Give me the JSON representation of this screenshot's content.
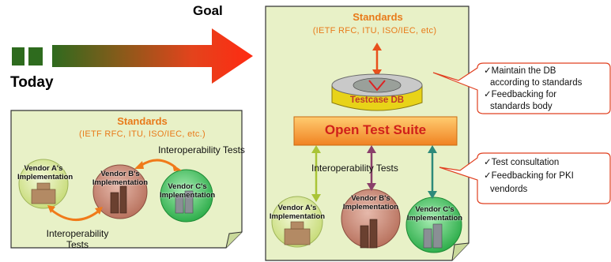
{
  "timeline": {
    "goal": "Goal",
    "today": "Today"
  },
  "left_panel": {
    "standards_title": "Standards",
    "standards_sub": "(IETF RFC, ITU, ISO/IEC, etc.)",
    "interop_top": "Interoperability Tests",
    "interop_bottom": "Interoperability Tests",
    "vendors": [
      "Vendor A's Implementation",
      "Vendor B's Implementation",
      "Vendor C's Implementation"
    ]
  },
  "right_panel": {
    "standards_title": "Standards",
    "standards_sub": "(IETF RFC, ITU, ISO/IEC, etc)",
    "testcase_db": "Testcase DB",
    "open_test_suite": "Open Test Suite",
    "interop": "Interoperability Tests",
    "vendors": [
      "Vendor A's Implementation",
      "Vendor B's Implementation",
      "Vendor C's Implementation"
    ],
    "bubble_top": [
      "✓Maintain the DB",
      "according to standards",
      "✓Feedbacking for",
      "standards body"
    ],
    "bubble_bottom": [
      "✓Test consultation",
      "✓Feedbacking for PKI",
      "vendords"
    ]
  },
  "colors": {
    "panel_bg": "#e8f1c7",
    "standards_text": "#e87a1a",
    "suite_orange": "#f28c28",
    "db_yellow": "#f2e21a",
    "vendor_a": "#dde9a4",
    "vendor_b": "#c98a7c",
    "vendor_c": "#52c46a"
  }
}
